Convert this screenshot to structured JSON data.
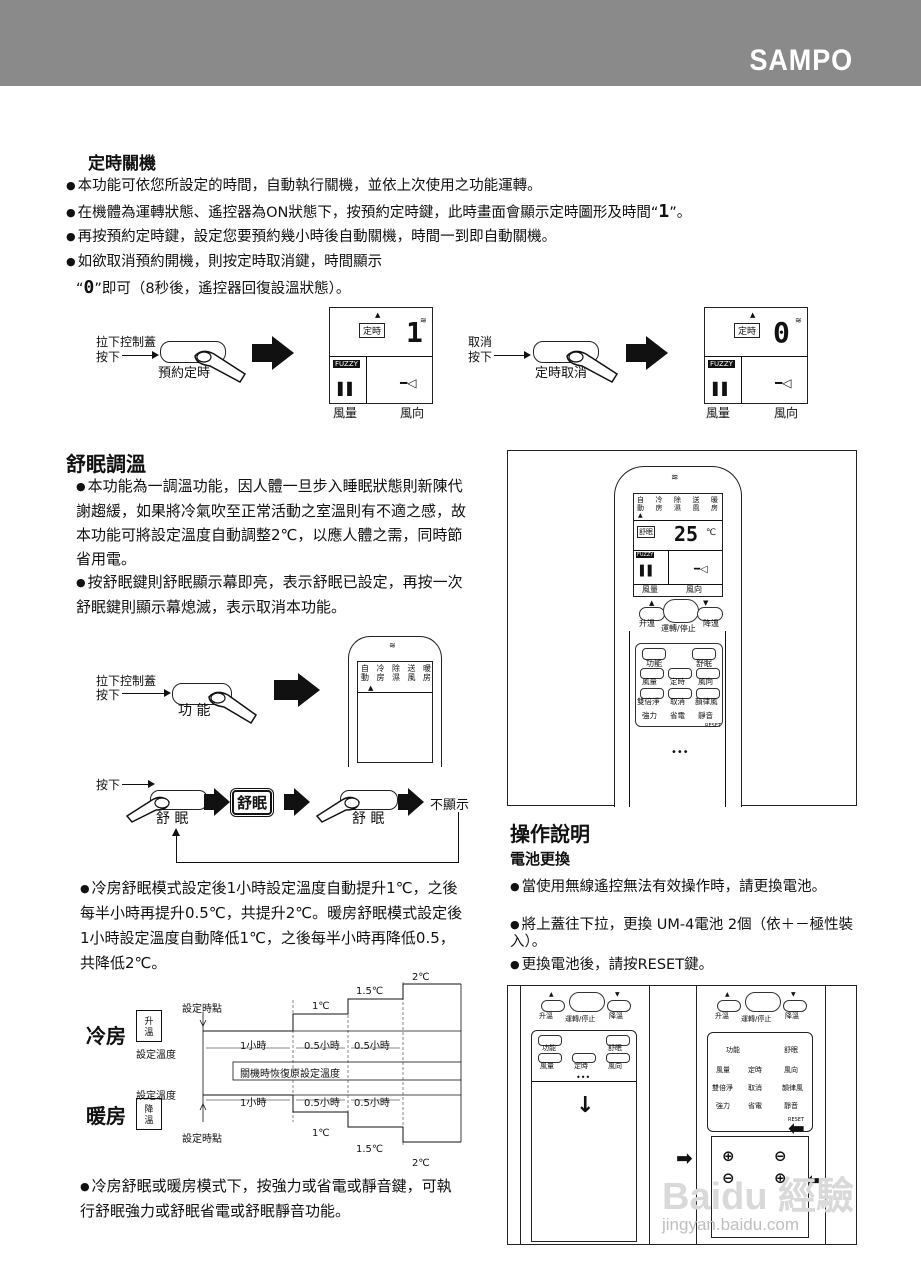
{
  "header": {
    "brand": "SAMPO"
  },
  "timer_off": {
    "title": "定時關機",
    "bullets": [
      "本功能可依您所設定的時間，自動執行關機，並依上次使用之功能運轉。",
      "在機體為運轉狀態、遙控器為ON狀態下，按預約定時鍵，此時畫面會顯示定時圖形及時間“",
      "再按預約定時鍵，設定您要預約幾小時後自動關機，時間一到即自動關機。",
      "如欲取消預約開機，則按定時取消鍵，時間顯示"
    ],
    "bullet2_digit": "1",
    "bullet2_end": "”。",
    "bullet4_line2_open": "“",
    "bullet4_digit": "0",
    "bullet4_line2_rest": "”即可（8秒後，遙控器回復設溫狀態）。",
    "diagram1": {
      "pull_cover": "拉下控制蓋",
      "press": "按下",
      "button": "預約定時",
      "lcd_timer": "定時",
      "lcd_digit": "1",
      "lcd_fuzzy": "FUZZY",
      "label_fan": "風量",
      "label_dir": "風向"
    },
    "diagram2": {
      "cancel": "取消",
      "press": "按下",
      "button": "定時取消",
      "lcd_timer": "定時",
      "lcd_digit": "0",
      "lcd_fuzzy": "FUZZY",
      "label_fan": "風量",
      "label_dir": "風向"
    }
  },
  "sleep": {
    "title": "舒眠調溫",
    "bullets": [
      "本功能為一調溫功能，因人體一旦步入睡眠狀態則新陳代謝趨緩，如果將冷氣吹至正常活動之室溫則有不適之感，故本功能可將設定溫度自動調整2℃，以應人體之需，同時節省用電。",
      "按舒眠鍵則舒眠顯示幕即亮，表示舒眠已設定，再按一次舒眠鍵則顯示幕熄滅，表示取消本功能。"
    ],
    "diag_pull_cover": "拉下控制蓋",
    "diag_press": "按下",
    "diag_func_button": "功 能",
    "mode_labels": [
      "自動",
      "冷房",
      "除濕",
      "送風",
      "暖房"
    ],
    "seq_press": "按下",
    "seq_button1": "舒 眠",
    "seq_display": "舒眠",
    "seq_button2": "舒 眠",
    "seq_off": "不顯示",
    "bullets2": [
      "冷房舒眠模式設定後1小時設定溫度自動提升1℃，之後每半小時再提升0.5℃，共提升2℃。暖房舒眠模式設定後1小時設定溫度自動降低1℃，之後每半小時再降低0.5，共降低2℃。"
    ],
    "bullets3": [
      "冷房舒眠或暖房模式下，按強力或省電或靜音鍵，可執行舒眠強力或舒眠省電或舒眠靜音功能。"
    ]
  },
  "temp_chart": {
    "cool_label": "冷房",
    "heat_label": "暖房",
    "rise": "升溫",
    "fall": "降溫",
    "set_point_top": "設定時點",
    "set_temp_top": "設定溫度",
    "set_temp_bottom": "設定溫度",
    "set_point_bottom": "設定時點",
    "one_hour": "1小時",
    "half_hour_1": "0.5小時",
    "half_hour_2": "0.5小時",
    "restore": "關機時恢復原設定溫度",
    "one_deg_top": "1℃",
    "one_five_top": "1.5℃",
    "two_top": "2℃",
    "one_deg_bot": "1℃",
    "one_five_bot": "1.5℃",
    "two_bot": "2℃"
  },
  "remote_big": {
    "modes": [
      "自動",
      "冷房",
      "除濕",
      "送風",
      "暖房"
    ],
    "sleep_tag": "舒眠",
    "temp": "25",
    "unit": "℃",
    "fuzzy": "FUZZY",
    "fan": "風量",
    "dir": "風向",
    "up": "升溫",
    "run": "運轉/停止",
    "down": "降溫",
    "keys": [
      [
        "功能",
        "舒眠"
      ],
      [
        "風量",
        "定時",
        "風向"
      ],
      [
        "雙倍淨",
        "取消",
        "韻律風"
      ],
      [
        "強力",
        "省電",
        "靜音"
      ]
    ],
    "reset": "RESET"
  },
  "operation": {
    "title": "操作說明",
    "subtitle": "電池更換",
    "bullets": [
      "當使用無線遙控無法有效操作時，請更換電池。",
      "將上蓋往下拉，更換 UM-4電池 2個（依＋－極性裝入）。",
      "更換電池後，請按RESET鍵。"
    ]
  },
  "battery_fig": {
    "up": "升溫",
    "run": "運轉/停止",
    "down": "降溫",
    "func": "功能",
    "sleep": "舒眠",
    "fan": "風量",
    "timer": "定時",
    "dir": "風向",
    "double": "雙倍淨",
    "cancel": "取消",
    "rhythm": "韻律風",
    "power": "強力",
    "save": "省電",
    "quiet": "靜音",
    "reset": "RESET"
  },
  "watermark": {
    "logo": "Baidu 經驗",
    "url": "jingyan.baidu.com"
  }
}
